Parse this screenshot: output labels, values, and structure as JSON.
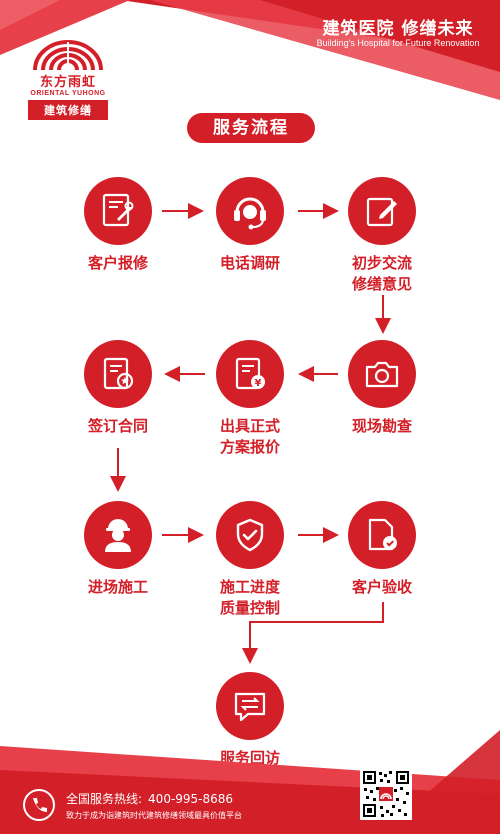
{
  "header": {
    "title_cn": "建筑医院  修缮未来",
    "title_en": "Building's Hospital for Future Renovation"
  },
  "logo": {
    "name_cn": "东方雨虹",
    "name_en": "ORIENTAL YUHONG",
    "sub": "建筑修缮"
  },
  "title": "服务流程",
  "steps": [
    {
      "label": "客户报修",
      "icon": "wrench-document-icon"
    },
    {
      "label": "电话调研",
      "icon": "headset-icon"
    },
    {
      "label": "初步交流\n修缮意见",
      "icon": "edit-icon"
    },
    {
      "label": "现场勘查",
      "icon": "camera-icon"
    },
    {
      "label": "出具正式\n方案报价",
      "icon": "quote-document-icon"
    },
    {
      "label": "签订合同",
      "icon": "contract-icon"
    },
    {
      "label": "进场施工",
      "icon": "worker-icon"
    },
    {
      "label": "施工进度\n质量控制",
      "icon": "shield-check-icon"
    },
    {
      "label": "客户验收",
      "icon": "document-check-icon"
    },
    {
      "label": "服务回访",
      "icon": "message-icon"
    }
  ],
  "footer": {
    "hotline_label": "全国服务热线:",
    "hotline_number": "400-995-8686",
    "slogan": "致力于成为诣建筑时代建筑修缮领域最具价值平台"
  },
  "colors": {
    "brand_red": "#d31f28",
    "light_red": "#e8404a"
  }
}
